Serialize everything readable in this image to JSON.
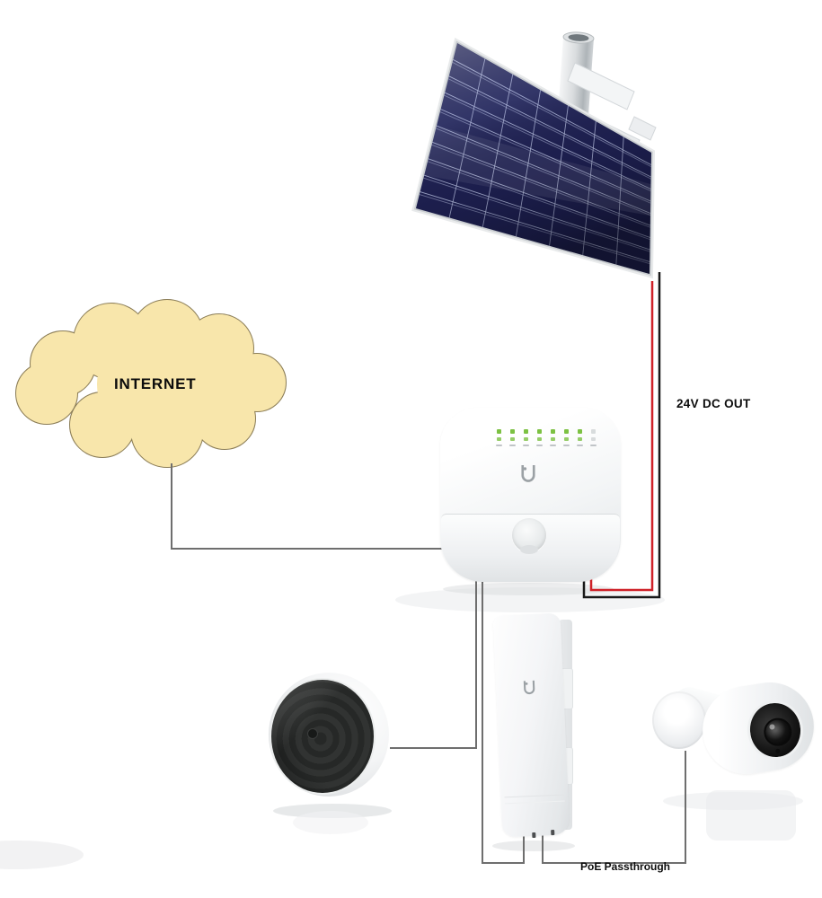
{
  "diagram_labels": {
    "internet": "INTERNET",
    "dc_out": "24V DC OUT",
    "poe": "PoE Passthrough"
  },
  "colors": {
    "cloud-fill": "#f8e6ab",
    "cloud-stroke": "#8b7d57",
    "wire-gray": "#6e6e6e",
    "wire-red": "#cf2128",
    "wire-black": "#191919",
    "led-green": "#7cc142",
    "panel-navy": "#1e2050"
  }
}
